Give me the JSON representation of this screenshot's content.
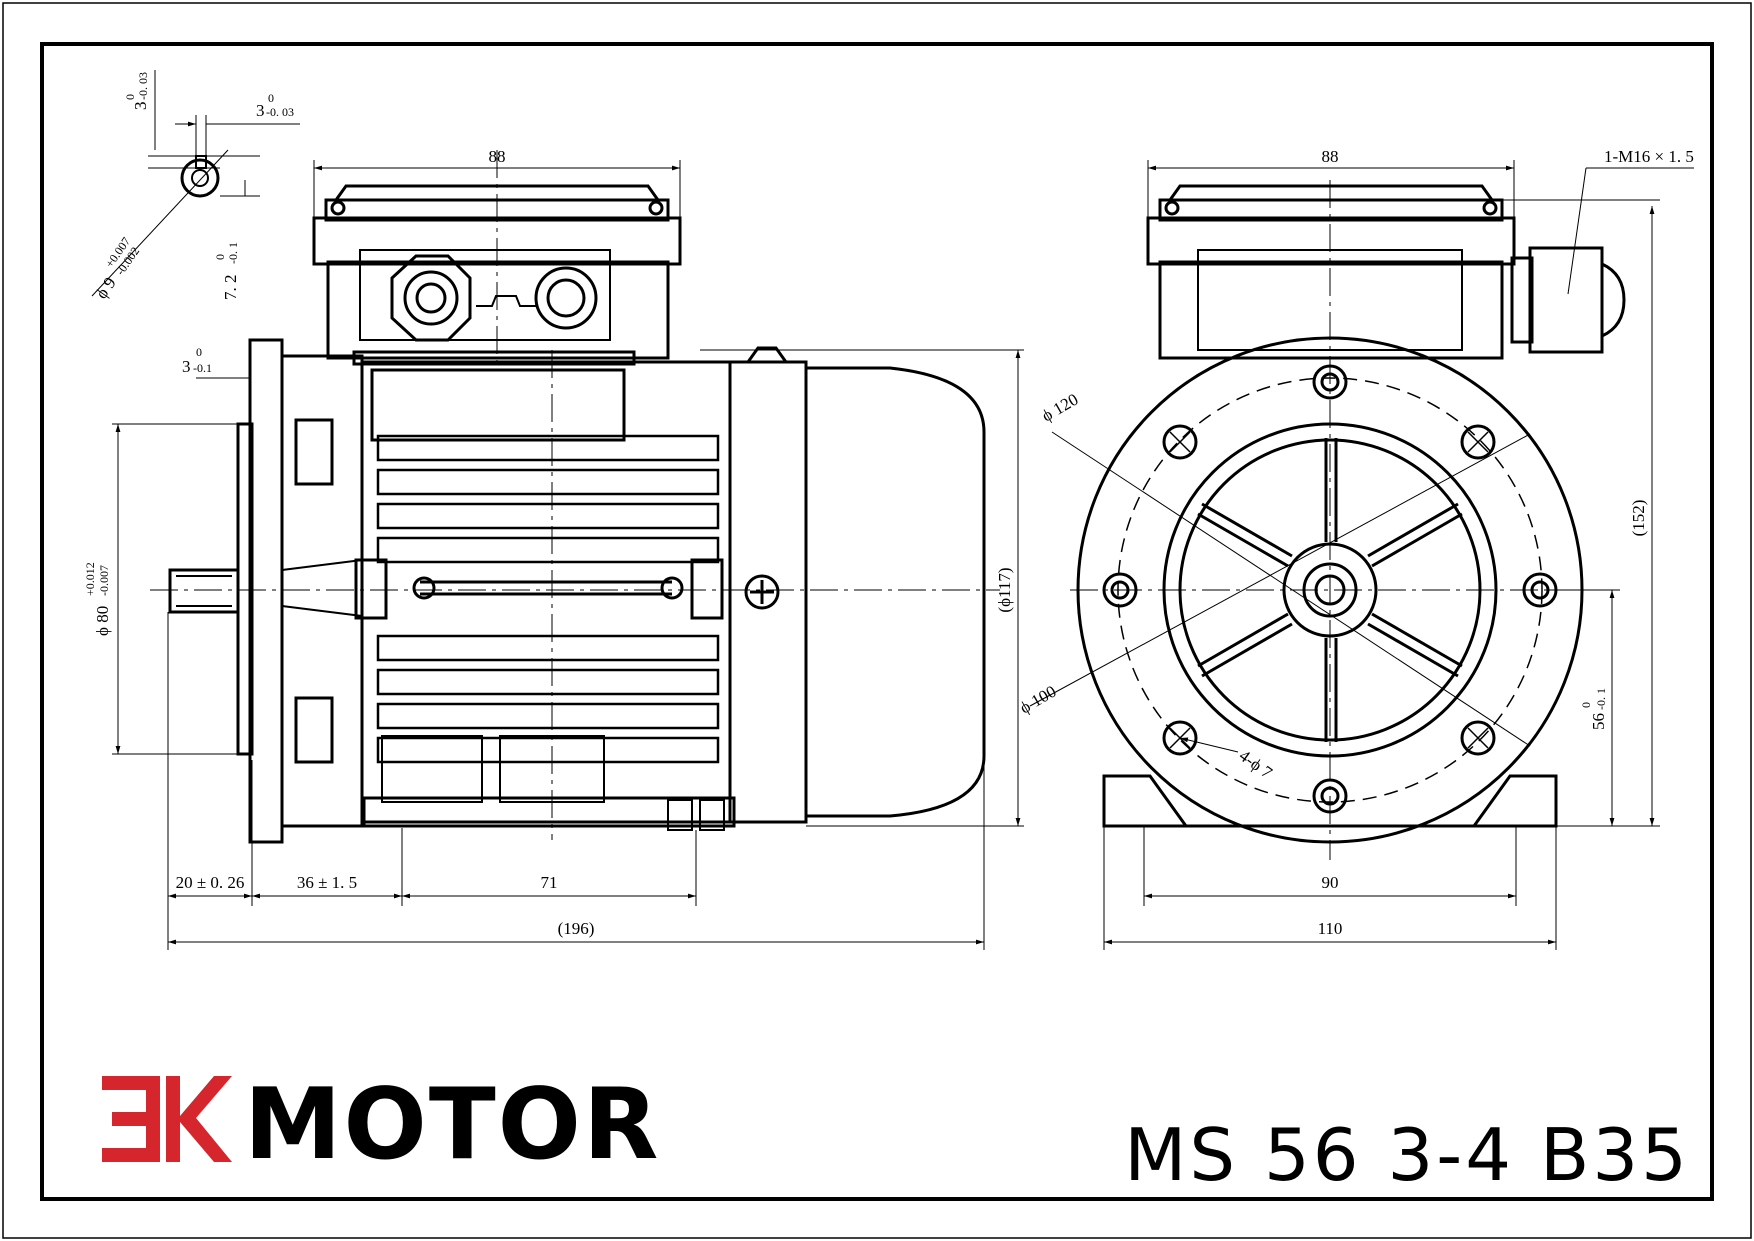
{
  "brand": {
    "logo_mark": "EK",
    "name": "MOTOR",
    "logo_color": "#d6262d"
  },
  "model": "MS 56 3-4 B35",
  "side_view": {
    "top_width": "88",
    "shaft_dia": "ϕ 80",
    "shaft_dia_tol_upper": "+0.012",
    "shaft_dia_tol_lower": "-0.007",
    "flange_step": "3",
    "flange_step_tol_upper": "0",
    "flange_step_tol_lower": "-0.1",
    "body_dia": "(ϕ117)",
    "shaft_len": "20 ± 0. 26",
    "flange_to_foot": "36 ± 1. 5",
    "foot_span": "71",
    "overall_len": "(196)"
  },
  "key_detail": {
    "key_width": "3",
    "key_width_tol_upper": "0",
    "key_width_tol_lower": "-0. 03",
    "key_height": "3",
    "key_height_tol_upper": "0",
    "key_height_tol_lower": "-0. 03",
    "shaft_d": "ϕ 9",
    "shaft_d_tol_upper": "+0.007",
    "shaft_d_tol_lower": "-0.002",
    "key_depth": "7. 2",
    "key_depth_tol_upper": "0",
    "key_depth_tol_lower": "-0. 1"
  },
  "front_view": {
    "top_width": "88",
    "gland": "1-M16 × 1. 5",
    "flange_pcd": "ϕ 120",
    "spigot_dia": "ϕ 100",
    "holes": "4-ϕ 7",
    "overall_height": "(152)",
    "shaft_height": "56",
    "shaft_height_tol_upper": "0",
    "shaft_height_tol_lower": "-0. 1",
    "foot_holes_span": "90",
    "foot_width": "110"
  }
}
